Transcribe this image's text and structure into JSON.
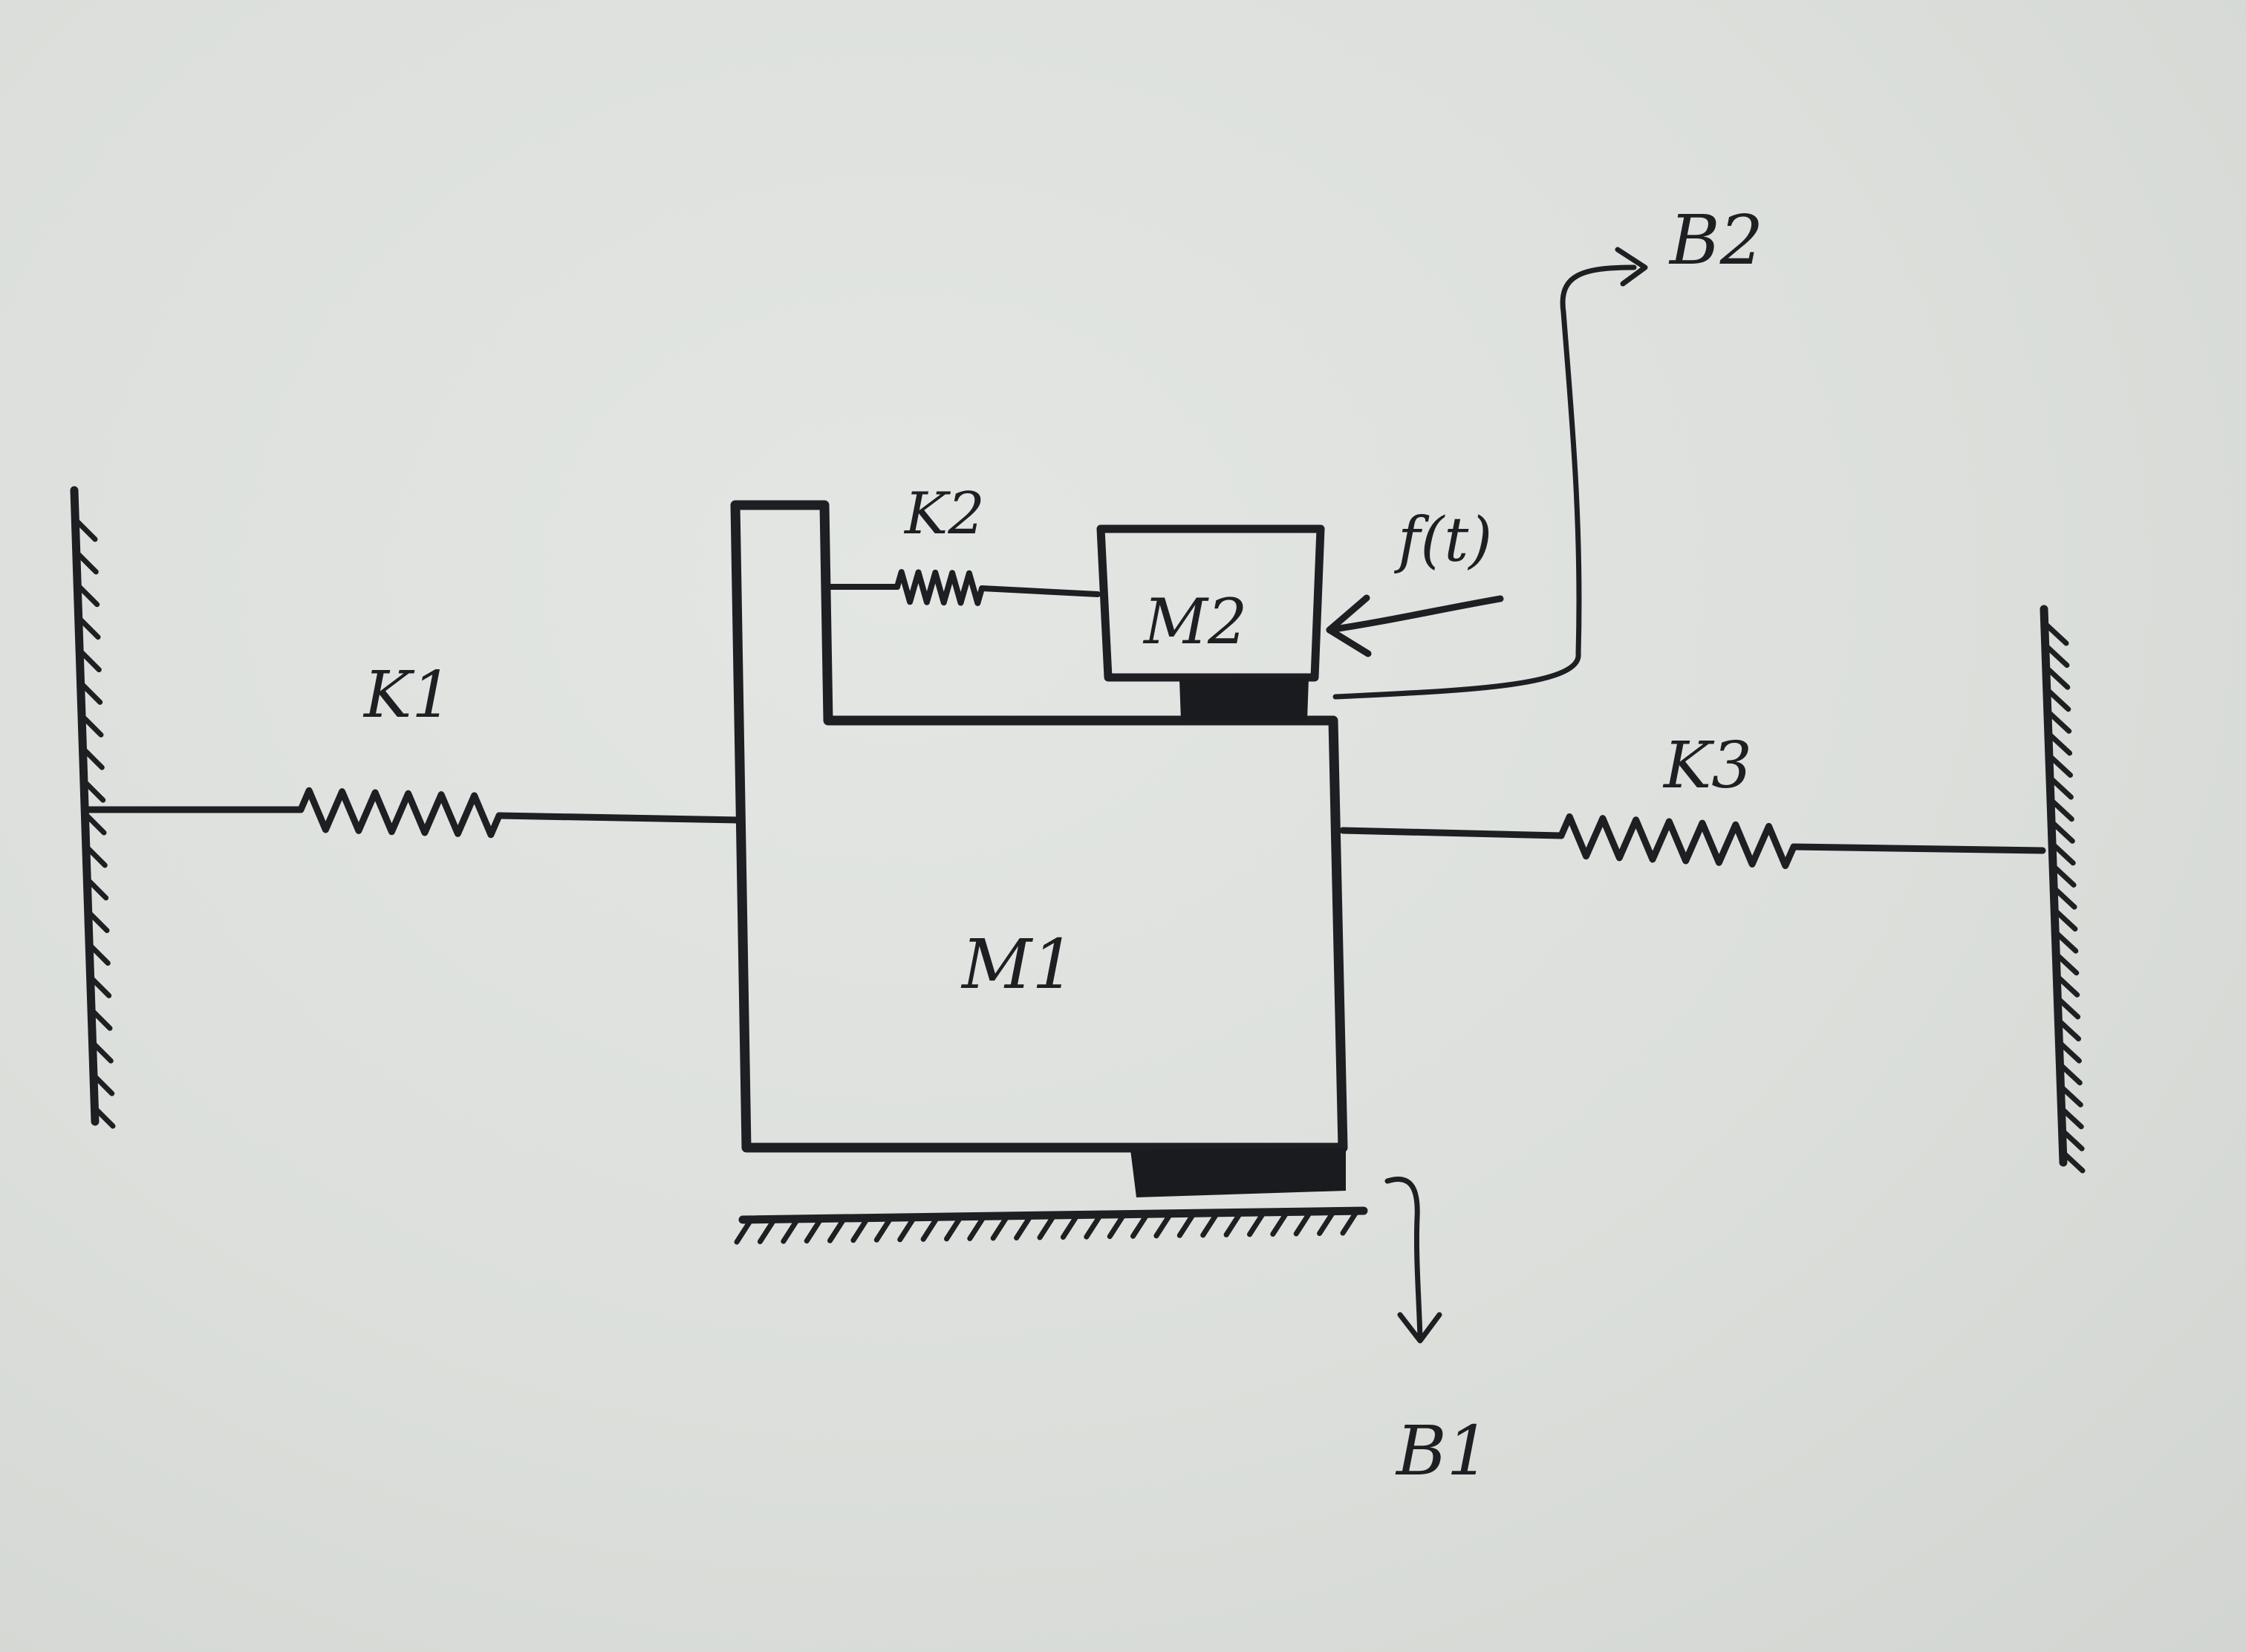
{
  "diagram": {
    "labels": {
      "k1": "K1",
      "k2": "K2",
      "k3": "K3",
      "m1": "M1",
      "m2": "M2",
      "force": "f(t)",
      "b1": "B1",
      "b2": "B2"
    }
  }
}
